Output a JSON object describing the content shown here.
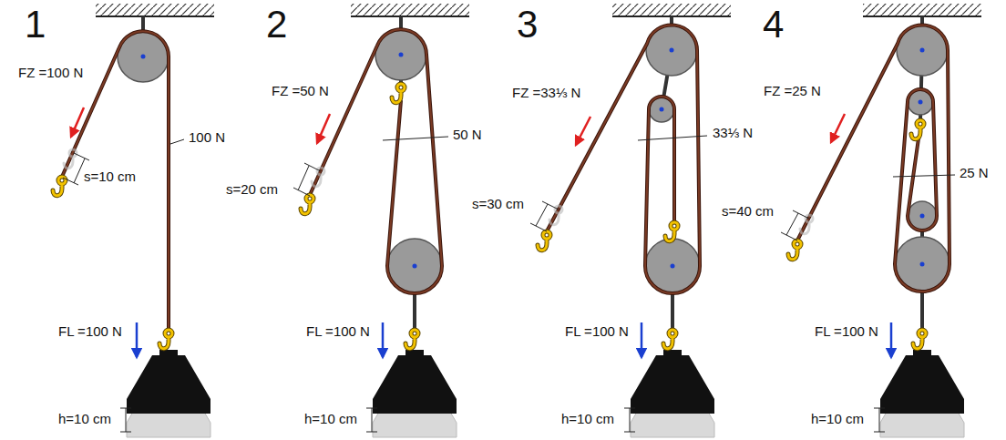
{
  "diagram": {
    "labels": [
      "1",
      "FZ =100 N",
      "s=10 cm",
      "100 N",
      "FL =100 N",
      "h=10 cm",
      "2",
      "FZ =50 N",
      "s=20 cm",
      "50 N",
      "FL =100 N",
      "h=10 cm",
      "3",
      "FZ =33⅓ N",
      "s=30 cm",
      "33⅓ N",
      "FL =100 N",
      "h=10 cm",
      "4",
      "FZ =25 N",
      "s=40 cm",
      "25 N",
      "FL =100 N",
      "h=10 cm"
    ]
  }
}
